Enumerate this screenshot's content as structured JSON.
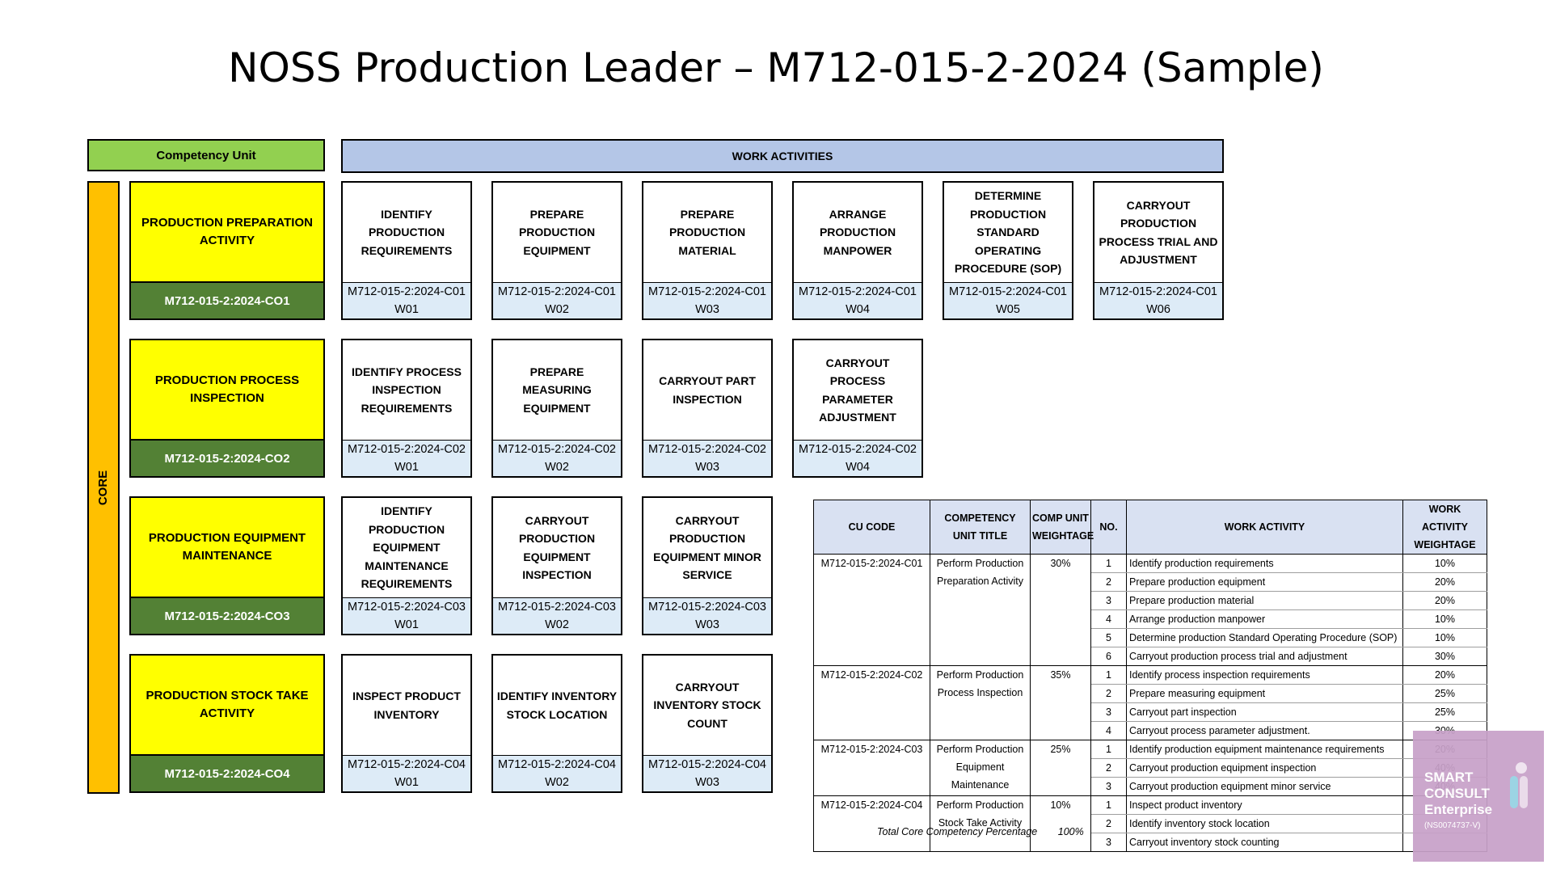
{
  "title": "NOSS Production Leader – M712-015-2-2024 (Sample)",
  "header": {
    "cu_label": "Competency Unit",
    "wa_label": "WORK ACTIVITIES"
  },
  "core_label": "CORE",
  "units": [
    {
      "title": "PRODUCTION PREPARATION ACTIVITY",
      "code": "M712-015-2:2024-CO1",
      "activities": [
        {
          "title": "IDENTIFY PRODUCTION REQUIREMENTS",
          "code": "M712-015-2:2024-C01",
          "w": "W01"
        },
        {
          "title": "PREPARE PRODUCTION EQUIPMENT",
          "code": "M712-015-2:2024-C01",
          "w": "W02"
        },
        {
          "title": "PREPARE PRODUCTION MATERIAL",
          "code": "M712-015-2:2024-C01",
          "w": "W03"
        },
        {
          "title": "ARRANGE PRODUCTION MANPOWER",
          "code": "M712-015-2:2024-C01",
          "w": "W04"
        },
        {
          "title": "DETERMINE PRODUCTION STANDARD OPERATING PROCEDURE (SOP)",
          "code": "M712-015-2:2024-C01",
          "w": "W05"
        },
        {
          "title": "CARRYOUT PRODUCTION PROCESS TRIAL AND ADJUSTMENT",
          "code": "M712-015-2:2024-C01",
          "w": "W06"
        }
      ]
    },
    {
      "title": "PRODUCTION PROCESS INSPECTION",
      "code": "M712-015-2:2024-CO2",
      "activities": [
        {
          "title": "IDENTIFY PROCESS INSPECTION REQUIREMENTS",
          "code": "M712-015-2:2024-C02",
          "w": "W01"
        },
        {
          "title": "PREPARE MEASURING EQUIPMENT",
          "code": "M712-015-2:2024-C02",
          "w": "W02"
        },
        {
          "title": "CARRYOUT PART INSPECTION",
          "code": "M712-015-2:2024-C02",
          "w": "W03"
        },
        {
          "title": "CARRYOUT PROCESS PARAMETER ADJUSTMENT",
          "code": "M712-015-2:2024-C02",
          "w": "W04"
        }
      ]
    },
    {
      "title": "PRODUCTION EQUIPMENT MAINTENANCE",
      "code": "M712-015-2:2024-CO3",
      "activities": [
        {
          "title": "IDENTIFY PRODUCTION EQUIPMENT MAINTENANCE REQUIREMENTS",
          "code": "M712-015-2:2024-C03",
          "w": "W01"
        },
        {
          "title": "CARRYOUT PRODUCTION EQUIPMENT INSPECTION",
          "code": "M712-015-2:2024-C03",
          "w": "W02"
        },
        {
          "title": "CARRYOUT PRODUCTION EQUIPMENT MINOR SERVICE",
          "code": "M712-015-2:2024-C03",
          "w": "W03"
        }
      ]
    },
    {
      "title": "PRODUCTION STOCK TAKE ACTIVITY",
      "code": "M712-015-2:2024-CO4",
      "activities": [
        {
          "title": "INSPECT PRODUCT INVENTORY",
          "code": "M712-015-2:2024-C04",
          "w": "W01"
        },
        {
          "title": "IDENTIFY INVENTORY STOCK LOCATION",
          "code": "M712-015-2:2024-C04",
          "w": "W02"
        },
        {
          "title": "CARRYOUT INVENTORY STOCK COUNT",
          "code": "M712-015-2:2024-C04",
          "w": "W03"
        }
      ]
    }
  ],
  "summary_table": {
    "headers": [
      "CU CODE",
      "COMPETENCY UNIT TITLE",
      "COMP UNIT WEIGHTAGE",
      "NO.",
      "WORK ACTIVITY",
      "WORK ACTIVITY WEIGHTAGE"
    ],
    "groups": [
      {
        "code": "M712-015-2:2024-C01",
        "title": "Perform Production Preparation Activity",
        "weight": "30%",
        "rows": [
          {
            "no": "1",
            "activity": "Identify production requirements",
            "weight": "10%"
          },
          {
            "no": "2",
            "activity": "Prepare production equipment",
            "weight": "20%"
          },
          {
            "no": "3",
            "activity": "Prepare production material",
            "weight": "20%"
          },
          {
            "no": "4",
            "activity": "Arrange production manpower",
            "weight": "10%"
          },
          {
            "no": "5",
            "activity": "Determine production Standard Operating Procedure (SOP)",
            "weight": "10%"
          },
          {
            "no": "6",
            "activity": "Carryout production process trial and adjustment",
            "weight": "30%"
          }
        ]
      },
      {
        "code": "M712-015-2:2024-C02",
        "title": "Perform Production Process Inspection",
        "weight": "35%",
        "rows": [
          {
            "no": "1",
            "activity": "Identify process inspection requirements",
            "weight": "20%"
          },
          {
            "no": "2",
            "activity": "Prepare measuring equipment",
            "weight": "25%"
          },
          {
            "no": "3",
            "activity": "Carryout part inspection",
            "weight": "25%"
          },
          {
            "no": "4",
            "activity": "Carryout process parameter adjustment.",
            "weight": "30%"
          }
        ]
      },
      {
        "code": "M712-015-2:2024-C03",
        "title": "Perform Production Equipment Maintenance",
        "weight": "25%",
        "rows": [
          {
            "no": "1",
            "activity": "Identify production equipment maintenance requirements",
            "weight": "20%"
          },
          {
            "no": "2",
            "activity": "Carryout production equipment inspection",
            "weight": "40%"
          },
          {
            "no": "3",
            "activity": "Carryout production equipment minor service",
            "weight": "40%"
          }
        ]
      },
      {
        "code": "M712-015-2:2024-C04",
        "title": "Perform Production Stock Take Activity",
        "weight": "10%",
        "rows": [
          {
            "no": "1",
            "activity": "Inspect product inventory",
            "weight": ""
          },
          {
            "no": "2",
            "activity": "Identify inventory stock location",
            "weight": ""
          },
          {
            "no": "3",
            "activity": "Carryout inventory stock counting",
            "weight": ""
          }
        ]
      }
    ],
    "total_label": "Total Core Competency Percentage",
    "total_value": "100%"
  },
  "watermark": {
    "line1": "SMART",
    "line2": "CONSULT",
    "line3": "Enterprise",
    "reg": "(NS0074737-V)",
    "color": "#c8a1c9"
  },
  "colors": {
    "cu_header": "#92d050",
    "wa_header": "#b4c6e7",
    "core": "#ffc000",
    "cu_title": "#ffff00",
    "cu_code": "#538135",
    "wa_code": "#ddebf7"
  }
}
